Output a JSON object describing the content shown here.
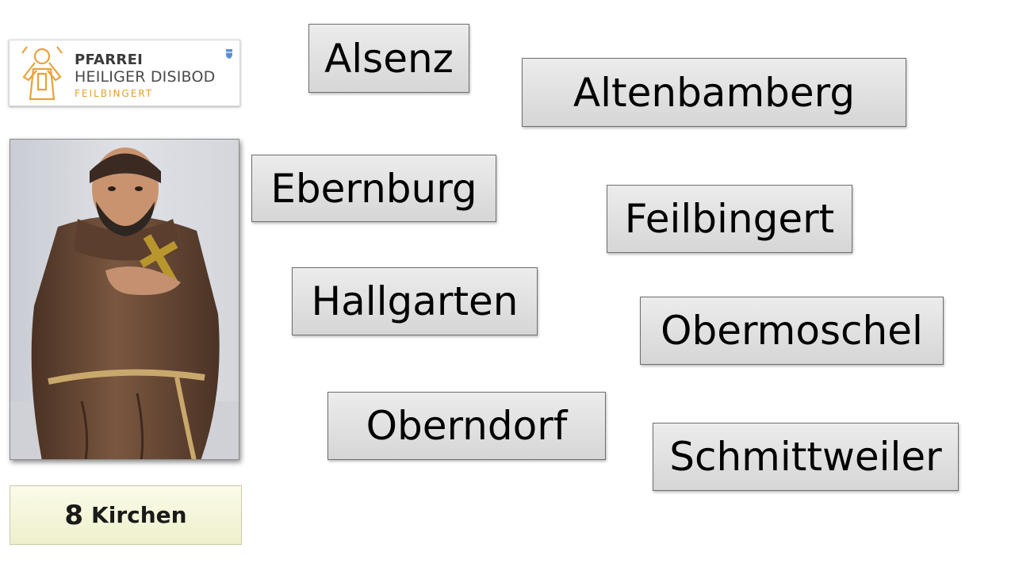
{
  "logo": {
    "line1": "PFARREI",
    "line2": "HEILIGER DISIBOD",
    "line3": "FEILBINGERT"
  },
  "photo": {
    "subject": "statue-of-monk-with-cross"
  },
  "count_label": {
    "number": "8",
    "word": "Kirchen"
  },
  "churches": [
    "Alsenz",
    "Altenbamberg",
    "Ebernburg",
    "Feilbingert",
    "Hallgarten",
    "Obermoschel",
    "Oberndorf",
    "Schmittweiler"
  ],
  "colors": {
    "box_fill": "#e2e2e2",
    "box_border": "#6e6e6e",
    "label_fill": "#f4f5d9",
    "logo_accent": "#e0a030",
    "robe": "#6b4a36"
  }
}
